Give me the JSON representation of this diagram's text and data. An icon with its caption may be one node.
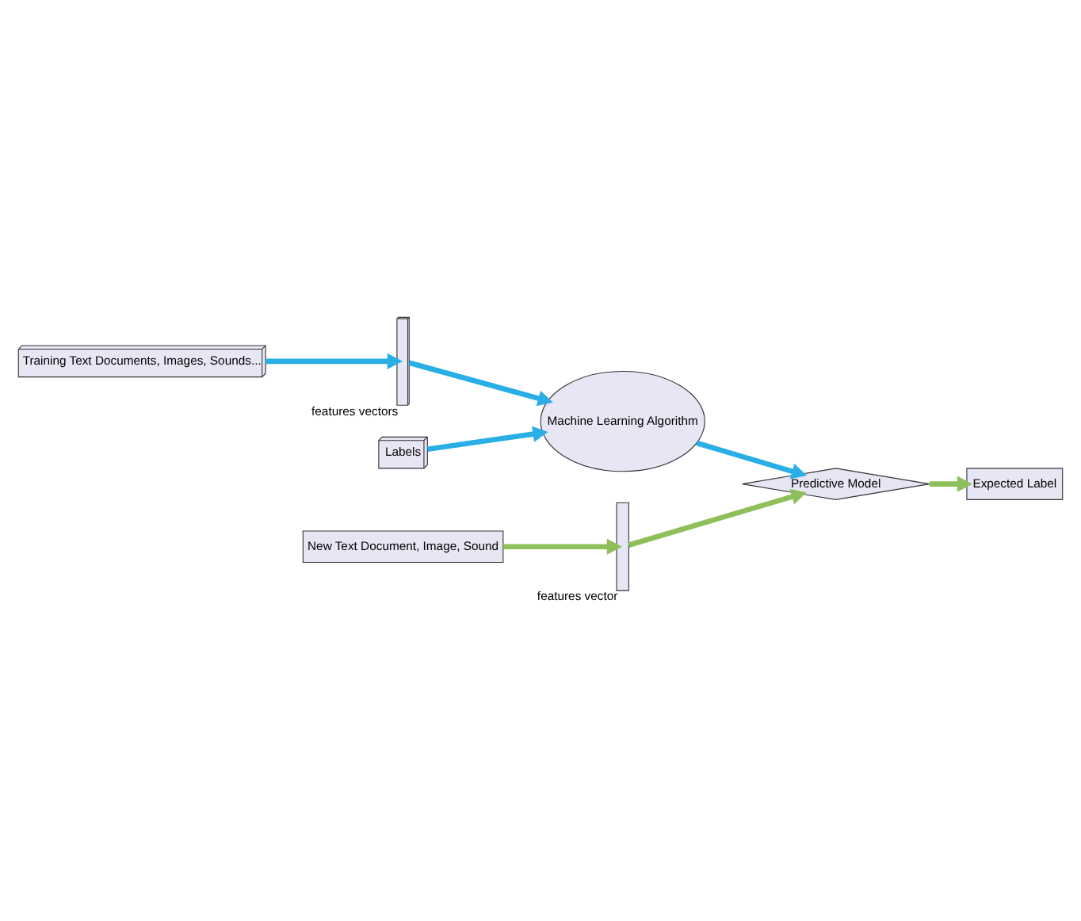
{
  "diagram": {
    "nodes": [
      {
        "text": [
          "Training Text Documents, Images, Sounds..."
        ]
      },
      {
        "text": [],
        "shape": "bar",
        "beside": [
          "features vectors"
        ]
      },
      {
        "text": [
          "Machine Learning Algorithm"
        ]
      },
      {
        "text": [
          "Labels"
        ]
      },
      {
        "text": [
          "New Text Document, Image, Sound"
        ]
      },
      {
        "text": [],
        "shape": "bar",
        "beside": [
          "features vector"
        ]
      },
      {
        "text": [
          "Predictive Model"
        ]
      },
      {
        "text": [
          "Expected Label"
        ]
      }
    ],
    "edges": [
      {
        "from": 0,
        "to": 1,
        "arrow": "to"
      },
      {
        "from": 1,
        "to": 2,
        "arrow": "to"
      },
      {
        "from": 3,
        "to": 2,
        "arrow": "to"
      },
      {
        "from": 2,
        "to": 6,
        "arrow": "to"
      },
      {
        "from": 4,
        "to": 5,
        "arrow": "to",
        "color": "#8fbf5a"
      },
      {
        "from": 5,
        "to": 6,
        "arrow": "to",
        "color": "#8fbf5a"
      },
      {
        "from": 6,
        "to": 7,
        "arrow": "to",
        "color": "#8fbf5a"
      }
    ]
  }
}
